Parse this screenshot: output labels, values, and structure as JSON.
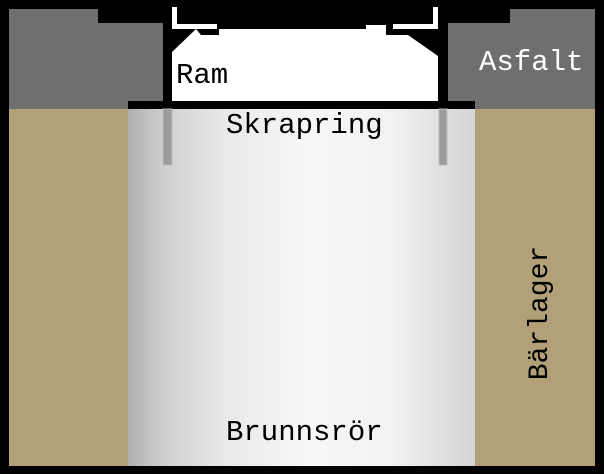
{
  "diagram": {
    "description": "Road manhole installation cross-section",
    "labels": {
      "frame": "Ram",
      "asphalt": "Asfalt",
      "scraper_ring": "Skrapring",
      "base_layer": "Bärlager",
      "well_pipe": "Brunnsrör"
    },
    "colors": {
      "background": "#000000",
      "frame": "#000000",
      "asphalt": "#6f6f6f",
      "base_layer": "#b1a078",
      "pipe_edge_left": "#afafaf",
      "pipe_highlight": "#f7f7f7",
      "pipe_edge_right": "#d4d4d4",
      "metal": "#9c9c9c",
      "label_dark": "#000000",
      "label_light": "#ffffff"
    }
  }
}
